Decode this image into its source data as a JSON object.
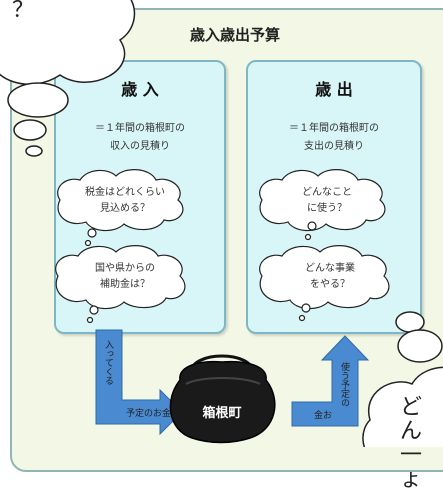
{
  "title": "歳入歳出予算",
  "revenue": {
    "heading": "歳 入",
    "description": "＝１年間の箱根町の\n収入の見積り",
    "bubbles": [
      "税金はどれくらい\n見込める？",
      "国や県からの\n補助金は？"
    ]
  },
  "expenditure": {
    "heading": "歳 出",
    "description": "＝１年間の箱根町の\n支出の見積り",
    "bubbles": [
      "どんなこと\nに使う？",
      "どんな事業\nをやる？"
    ]
  },
  "purse_label": "箱根町",
  "arrow_in": {
    "vertical": "入ってくる",
    "horizontal": "予定のお金"
  },
  "arrow_out": {
    "vertical": "使う予定の",
    "horizontal": "金お"
  },
  "top_left_bubble_text": "？",
  "bottom_right_bubble_text": "どん\n一ょ",
  "colors": {
    "frame_bg": "#f3f8e6",
    "box_bg": "#d8f6f8",
    "arrow": "#4a8ad0",
    "purse": "#1a1a1a"
  }
}
